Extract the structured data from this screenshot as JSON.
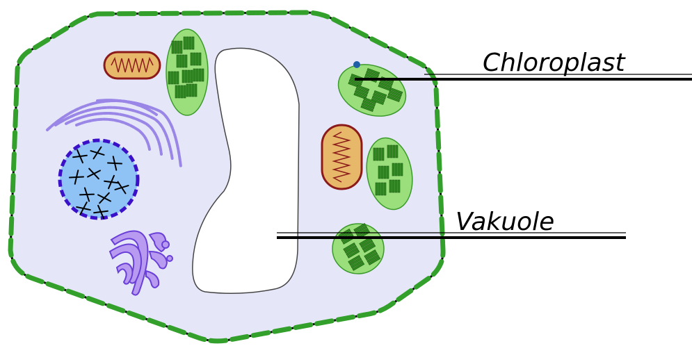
{
  "diagram": {
    "labels": [
      {
        "id": "chloroplast",
        "text": "Chloroplast"
      },
      {
        "id": "vacuole",
        "text": "Vakuole"
      }
    ]
  },
  "colors": {
    "cytoplasm": "#e6e6f9",
    "cell_wall": "#000000",
    "cell_wall_dash": "#33a02c",
    "chloroplast_fill": "#9bdf7c",
    "chloroplast_stroke": "#3a9a2a",
    "thylakoid": "#2f8a1f",
    "mitochondrion_fill": "#e8b86a",
    "mitochondrion_stroke": "#8b1a1a",
    "nucleus_fill": "#8fc3f5",
    "nucleus_stroke": "#3a10c8",
    "er_color": "#9a86e6",
    "golgi_fill": "#b89af0",
    "golgi_stroke": "#6a3fd8",
    "vacuole_fill": "#ffffff",
    "pointer_dot": "#1f5fa8"
  }
}
